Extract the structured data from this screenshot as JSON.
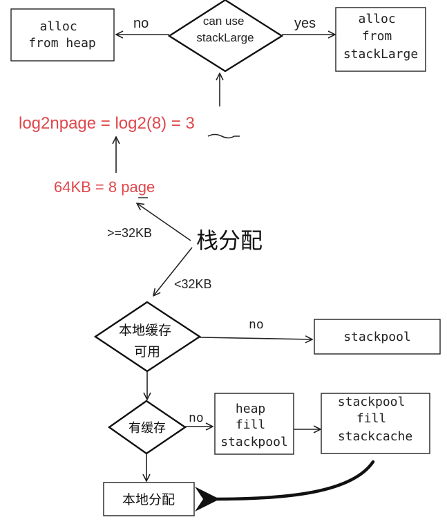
{
  "colors": {
    "ink": "#222222",
    "accent": "#e0474c",
    "background": "#ffffff"
  },
  "nodes": {
    "alloc_heap": [
      "alloc",
      "from heap"
    ],
    "can_use_stacklarge": [
      "can use",
      "stackLarge"
    ],
    "alloc_stacklarge": [
      "alloc",
      "from",
      "stackLarge"
    ],
    "local_cache": [
      "本地缓存",
      "可用"
    ],
    "stackpool": "stackpool",
    "has_cache": "有缓存",
    "heap_fill": [
      "heap",
      "fill",
      "stackpool"
    ],
    "stackpool_fill": [
      "stackpool",
      "fill",
      "stackcache"
    ],
    "local_alloc": "本地分配"
  },
  "labels": {
    "no_top": "no",
    "yes_top": "yes",
    "log2npage": "log2npage = log2(8) = 3",
    "page_count": "64KB = 8 page",
    "ge_32kb": ">=32KB",
    "lt_32kb": "<32KB",
    "title": "栈分配",
    "no_cache": "no",
    "no_fill": "no"
  }
}
